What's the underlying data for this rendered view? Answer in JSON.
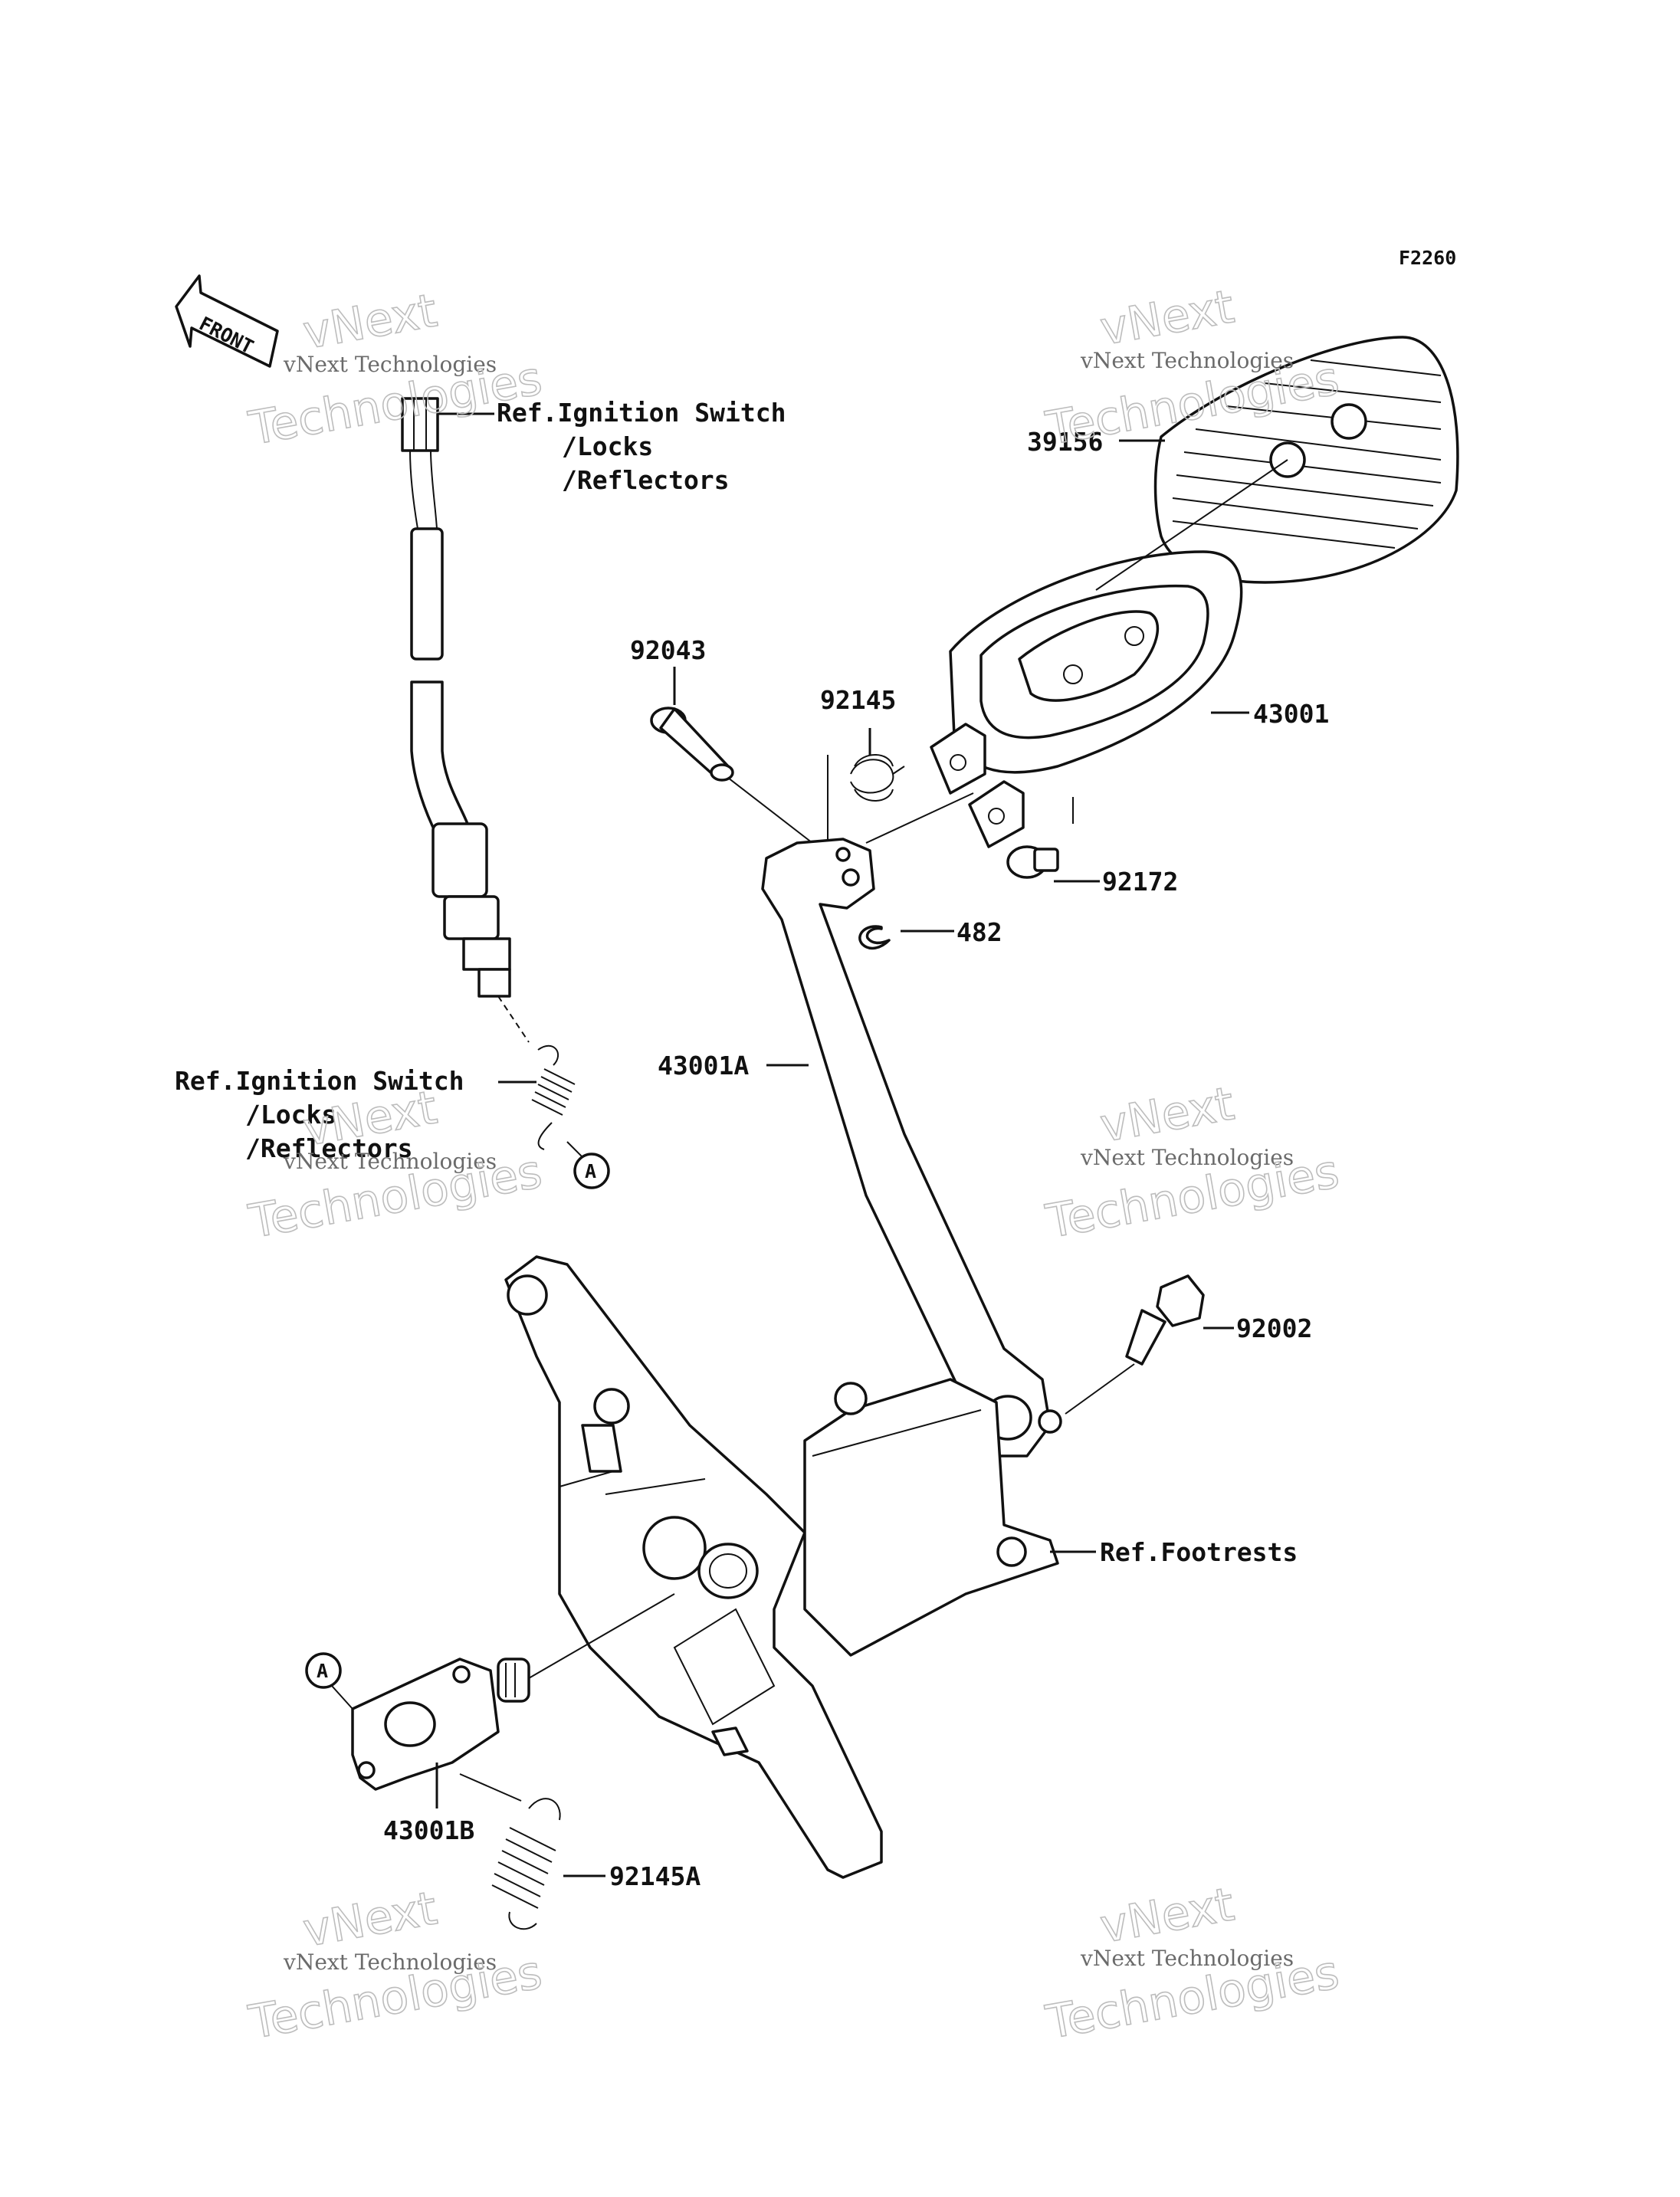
{
  "figure_code": "F2260",
  "front_label": "FRONT",
  "watermark": {
    "line1": "vNext Technologies",
    "line2a": "vNext",
    "line2b": "Technologies"
  },
  "labels": {
    "ref_ignition_top": {
      "line1": "Ref.Ignition Switch",
      "line2": "/Locks",
      "line3": "/Reflectors"
    },
    "ref_ignition_left": {
      "line1": "Ref.Ignition Switch",
      "line2": "/Locks",
      "line3": "/Reflectors"
    },
    "p39156": "39156",
    "p43001": "43001",
    "p92043": "92043",
    "p92145": "92145",
    "p92172": "92172",
    "p482": "482",
    "p43001A": "43001A",
    "p92002": "92002",
    "ref_footrests": "Ref.Footrests",
    "p43001B": "43001B",
    "p92145A": "92145A",
    "marker_a": "A"
  }
}
